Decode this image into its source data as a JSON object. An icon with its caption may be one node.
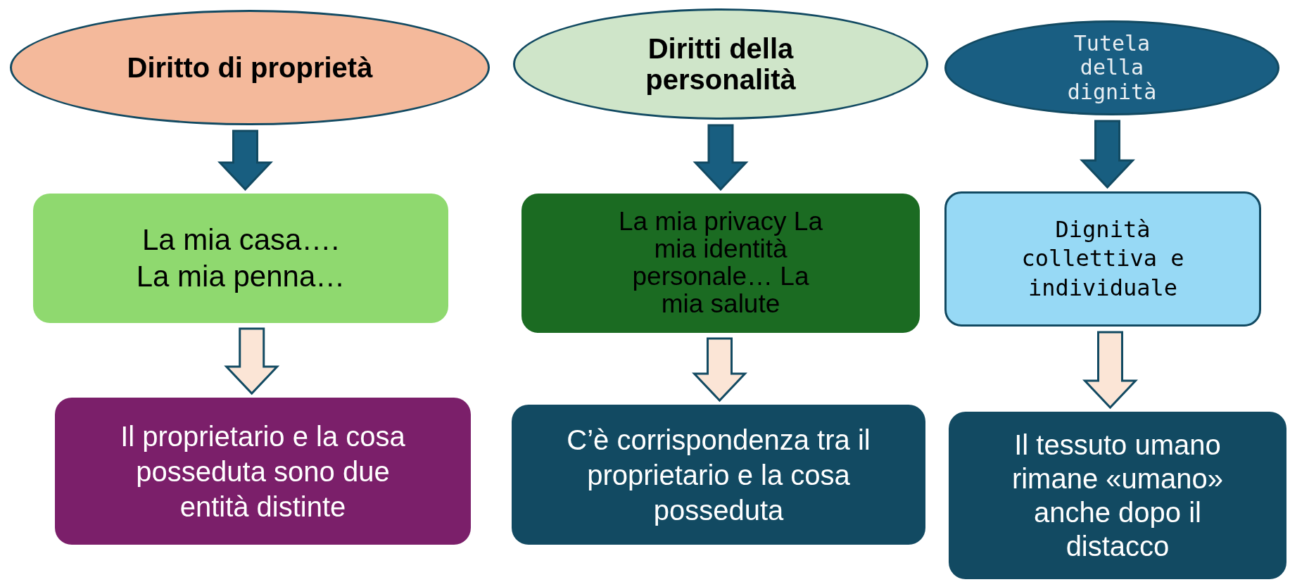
{
  "diagram": {
    "nodes": [
      {
        "text": [
          "Diritto di proprietà"
        ]
      },
      {
        "text": [
          "Diritti della personalità"
        ]
      },
      {
        "text": [
          "Tutela della dignità"
        ]
      },
      {
        "text": [
          "La mia casa…. La mia penna…"
        ]
      },
      {
        "text": [
          "La mia privacy La mia identità personale… La mia salute"
        ]
      },
      {
        "text": [
          "Dignità collettiva e individuale"
        ]
      },
      {
        "text": [
          "Il proprietario e la cosa posseduta sono due entità distinte"
        ]
      },
      {
        "text": [
          "C’è corrispondenza tra il proprietario e la cosa posseduta"
        ]
      },
      {
        "text": [
          "Il tessuto umano rimane «umano» anche dopo il distacco"
        ]
      }
    ],
    "edges": [
      {
        "from": 0,
        "to": 3,
        "arrow": "to",
        "color": "#185e80"
      },
      {
        "from": 1,
        "to": 4,
        "arrow": "to",
        "color": "#185e80"
      },
      {
        "from": 2,
        "to": 5,
        "arrow": "to",
        "color": "#185e80"
      },
      {
        "from": 3,
        "to": 6,
        "arrow": "to",
        "color": "#fbe5d6"
      },
      {
        "from": 4,
        "to": 7,
        "arrow": "to",
        "color": "#fbe5d6"
      },
      {
        "from": 5,
        "to": 8,
        "arrow": "to",
        "color": "#fbe5d6"
      }
    ]
  }
}
